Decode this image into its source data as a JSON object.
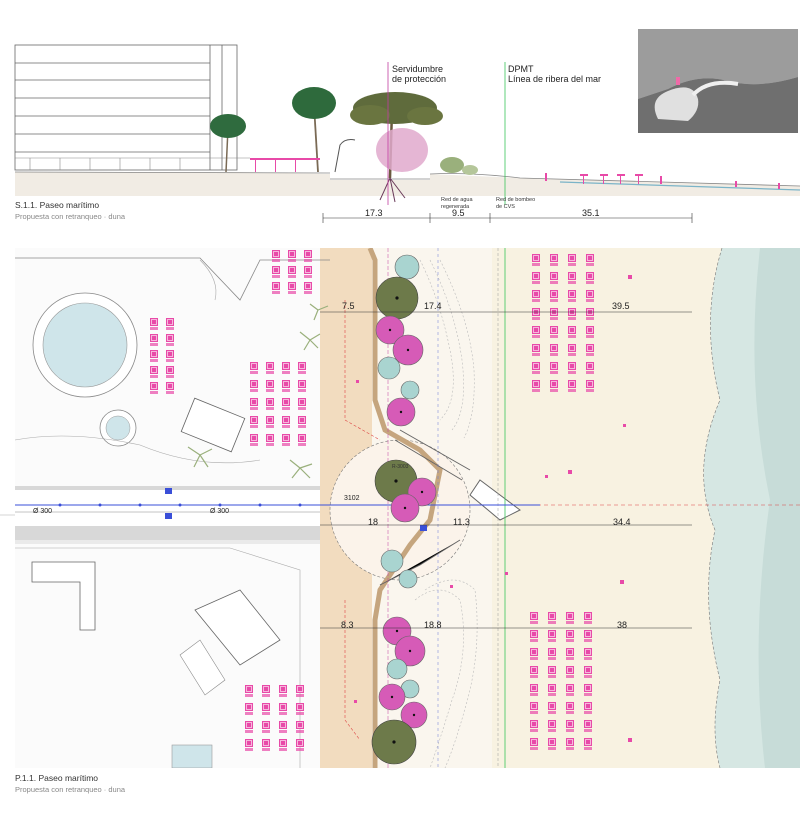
{
  "section": {
    "title": "S.1.1. Paseo marítimo",
    "subtitle": "Propuesta con retranqueo · duna",
    "annotations": {
      "servidumbre": [
        "Servidumbre",
        "de protección"
      ],
      "dpmt": [
        "DPMT",
        "Línea de ribera del mar"
      ],
      "red_agua": [
        "Red de agua",
        "regenerada"
      ],
      "red_bombeo": [
        "Red de bombeo",
        "de CVS"
      ]
    },
    "dimensions": [
      "17.3",
      "9.5",
      "35.1"
    ]
  },
  "plan": {
    "title": "P.1.1. Paseo marítimo",
    "subtitle": "Propuesta con retranqueo · duna",
    "dimensions_top": [
      "7.5",
      "17.4",
      "39.5"
    ],
    "dimensions_mid": [
      "18",
      "11.3",
      "34.4"
    ],
    "dimensions_bottom": [
      "8.3",
      "18.8",
      "38"
    ],
    "pipe_labels": [
      "Ø 300",
      "Ø 300"
    ],
    "point_label": "3102",
    "node_label": "R-3003"
  },
  "colors": {
    "sand": "#f2dcbf",
    "beach": "#f7f2e2",
    "sea": "#d3e5e1",
    "umbrella": "#e84aa8",
    "tree_pink": "#d65bb7",
    "tree_blue": "#a9d4d0",
    "tree_green": "#6d7a4a",
    "pipe": "#3a4fd8",
    "green_line": "#3ac45a"
  }
}
